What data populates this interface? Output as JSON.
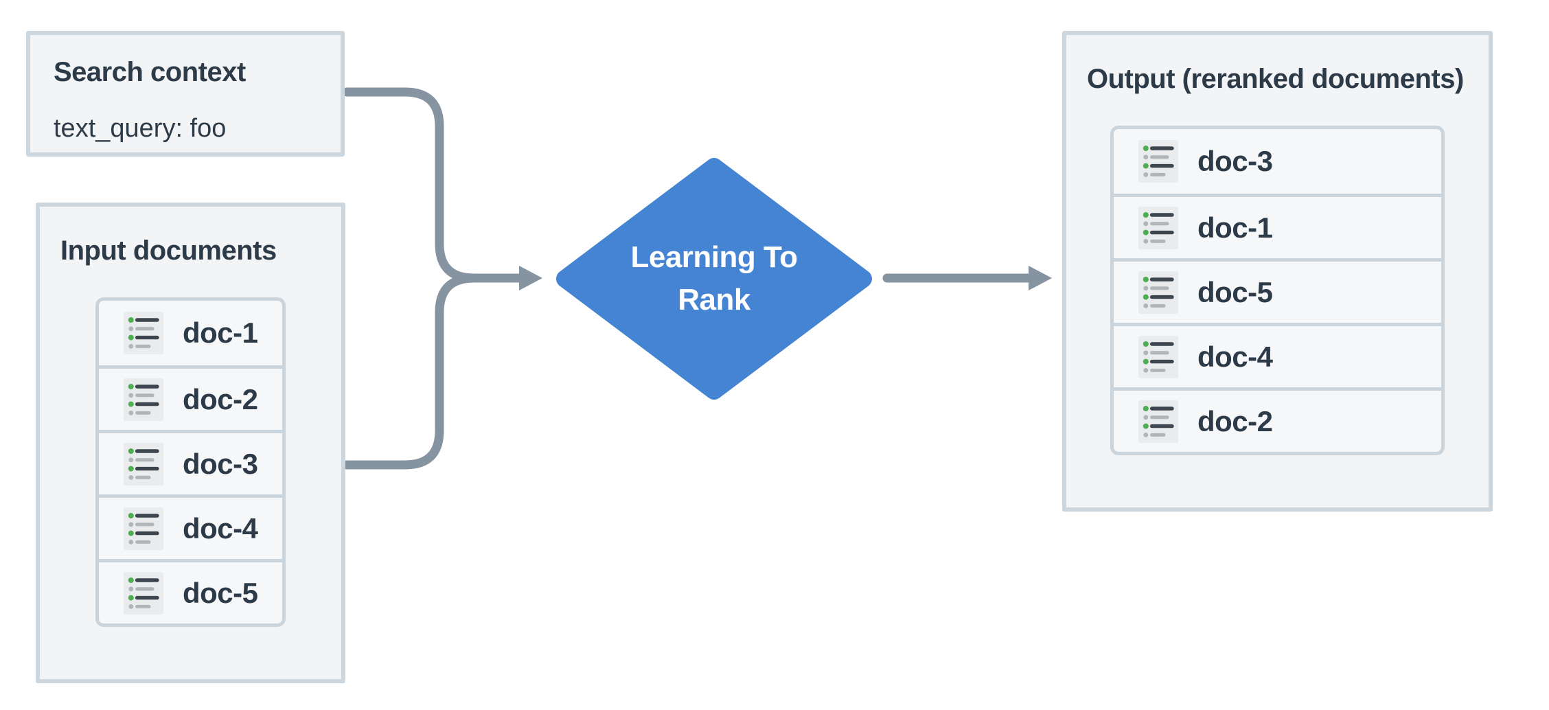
{
  "search_context": {
    "title": "Search context",
    "query": "text_query: foo"
  },
  "input_documents": {
    "title": "Input documents",
    "items": [
      "doc-1",
      "doc-2",
      "doc-3",
      "doc-4",
      "doc-5"
    ]
  },
  "rerank_node": {
    "label_lines": [
      "Learning To",
      "Rank"
    ]
  },
  "output_documents": {
    "title": "Output (reranked documents)",
    "items": [
      "doc-3",
      "doc-1",
      "doc-5",
      "doc-4",
      "doc-2"
    ]
  },
  "icons": {
    "doc_item": "bulleted-list-icon"
  },
  "colors": {
    "node_fill": "#4583d3",
    "node_text": "#ffffff",
    "connector": "#8693a0",
    "panel_border": "#ccd6de",
    "panel_bg": "#f2f4f6",
    "item_bg": "#f6f7f9",
    "text": "#2d3b49",
    "icon_green": "#4caf50",
    "icon_gray": "#b0b5ba",
    "icon_dark": "#3d464e",
    "icon_bg": "#e9ebed"
  }
}
